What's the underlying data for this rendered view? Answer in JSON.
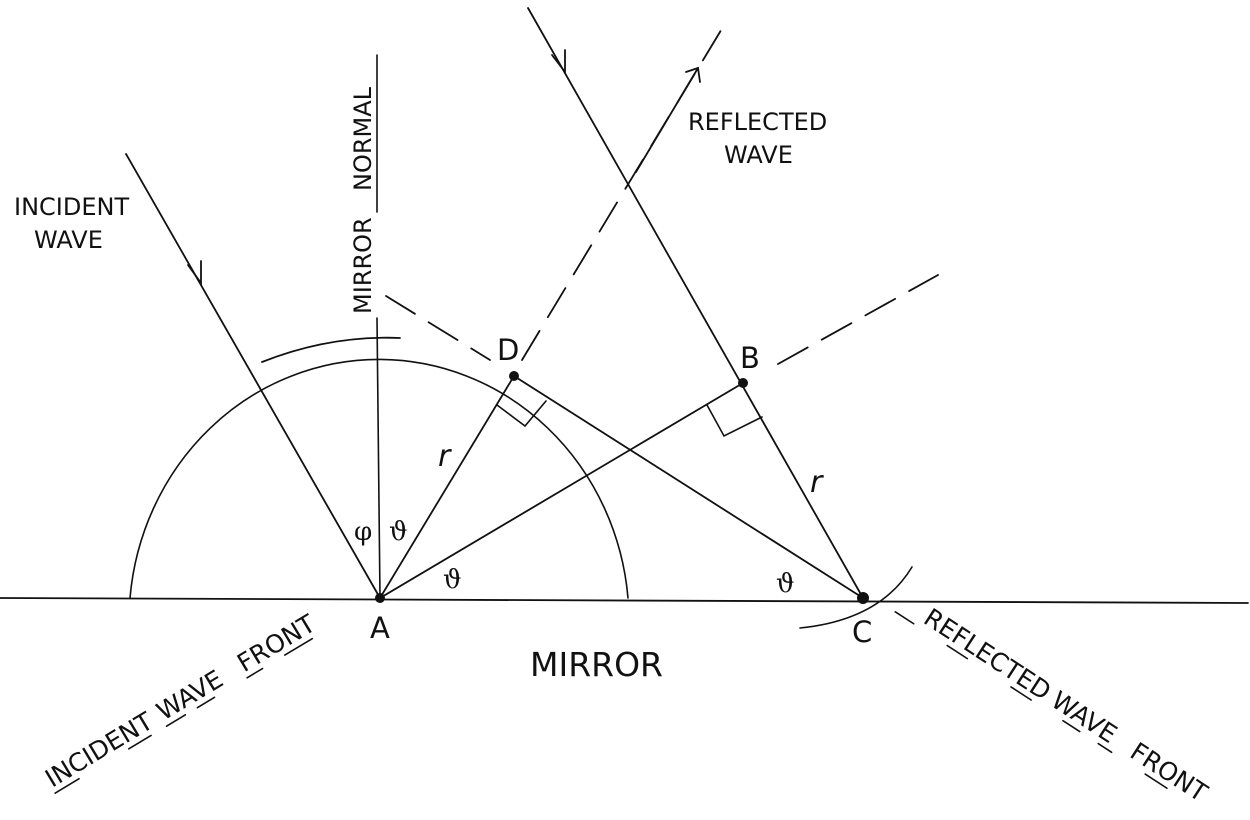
{
  "labels": {
    "incident_wave_line1": "INCIDENT",
    "incident_wave_line2": "WAVE",
    "reflected_wave_line1": "REFLECTED",
    "reflected_wave_line2": "WAVE",
    "mirror_normal_word1": "MIRROR",
    "mirror_normal_word2": "NORMAL",
    "mirror": "MIRROR",
    "incident_wave_front": [
      "INCIDENT",
      "WAVE",
      "FRONT"
    ],
    "reflected_wave_front": [
      "REFLECTED",
      "WAVE",
      "FRONT"
    ]
  },
  "points": {
    "A": "A",
    "B": "B",
    "C": "C",
    "D": "D"
  },
  "symbols": {
    "phi": "φ",
    "theta_at_A_upper": "ϑ",
    "theta_at_A_lower": "ϑ",
    "theta_at_C": "ϑ",
    "r_AD": "r",
    "r_BC": "r"
  }
}
